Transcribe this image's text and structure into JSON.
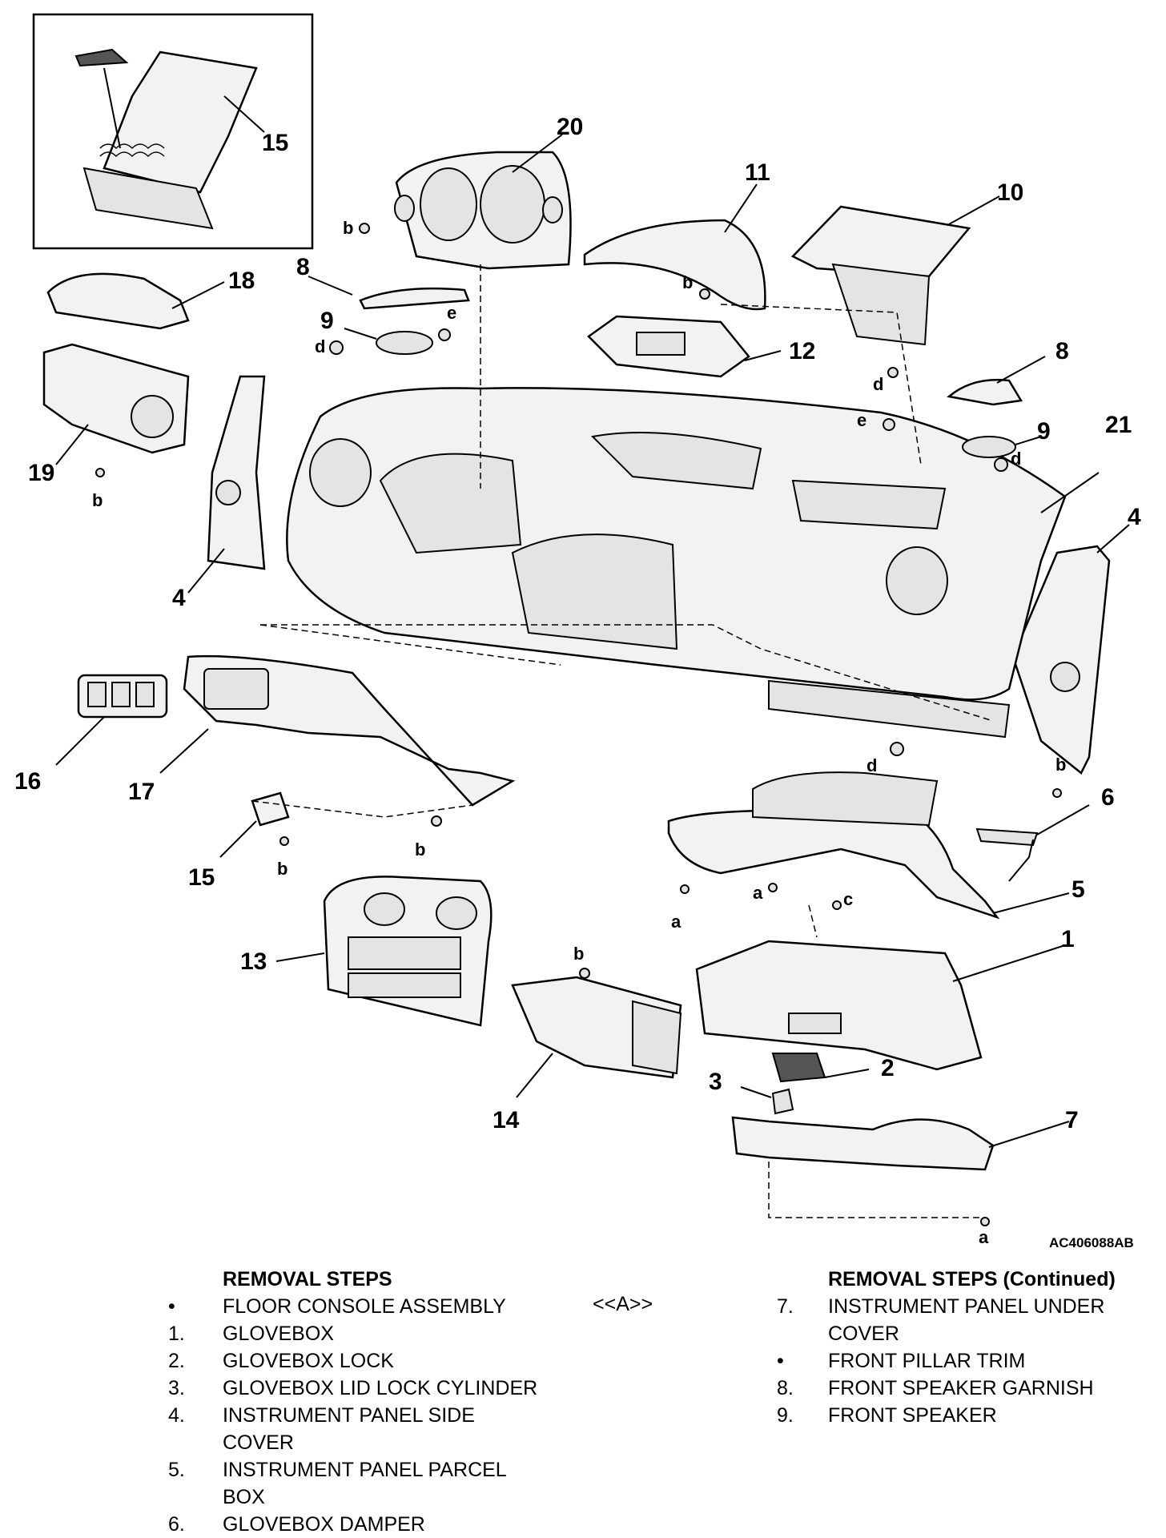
{
  "diagram": {
    "callouts": [
      "1",
      "2",
      "3",
      "4",
      "4",
      "5",
      "6",
      "7",
      "8",
      "8",
      "9",
      "9",
      "10",
      "11",
      "12",
      "13",
      "14",
      "15",
      "15",
      "16",
      "17",
      "18",
      "19",
      "20",
      "21"
    ],
    "fastener_letters": [
      "a",
      "a",
      "a",
      "b",
      "b",
      "b",
      "b",
      "b",
      "b",
      "b",
      "c",
      "d",
      "d",
      "d",
      "d",
      "e",
      "e"
    ],
    "figure_code": "AC406088AB"
  },
  "removal_steps": {
    "heading": "REMOVAL STEPS",
    "note": "<<A>>",
    "items": [
      {
        "marker": "•",
        "text": "FLOOR CONSOLE ASSEMBLY"
      },
      {
        "marker": "1.",
        "text": "GLOVEBOX"
      },
      {
        "marker": "2.",
        "text": "GLOVEBOX LOCK"
      },
      {
        "marker": "3.",
        "text": "GLOVEBOX LID LOCK CYLINDER"
      },
      {
        "marker": "4.",
        "text": "INSTRUMENT PANEL SIDE COVER"
      },
      {
        "marker": "5.",
        "text": "INSTRUMENT PANEL PARCEL BOX"
      },
      {
        "marker": "6.",
        "text": "GLOVEBOX DAMPER"
      }
    ]
  },
  "removal_steps_continued": {
    "heading": "REMOVAL STEPS (Continued)",
    "items": [
      {
        "marker": "7.",
        "text": "INSTRUMENT PANEL UNDER COVER"
      },
      {
        "marker": "•",
        "text": "FRONT PILLAR TRIM"
      },
      {
        "marker": "8.",
        "text": "FRONT SPEAKER GARNISH"
      },
      {
        "marker": "9.",
        "text": "FRONT SPEAKER"
      }
    ]
  }
}
